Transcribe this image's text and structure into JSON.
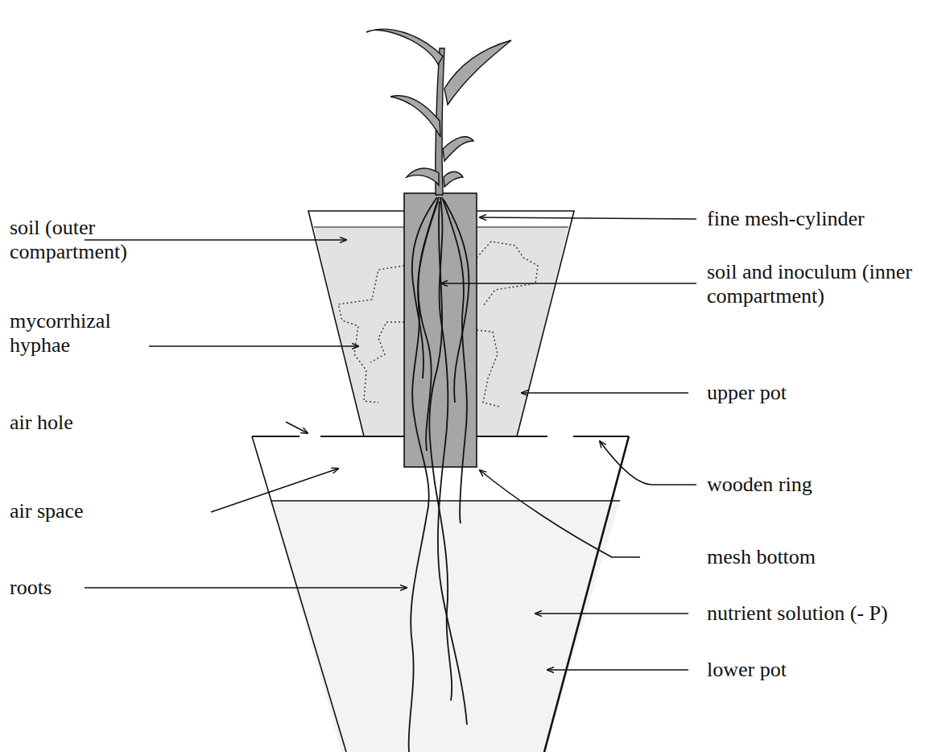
{
  "diagram": {
    "labels": [
      "soil (outer compartment)",
      "mycorrhizal hyphae",
      "air hole",
      "air space",
      "roots",
      "fine mesh-cylinder",
      "soil and inoculum (inner compartment)",
      "upper pot",
      "wooden ring",
      "mesh bottom",
      "nutrient solution (- P)",
      "lower pot"
    ]
  }
}
